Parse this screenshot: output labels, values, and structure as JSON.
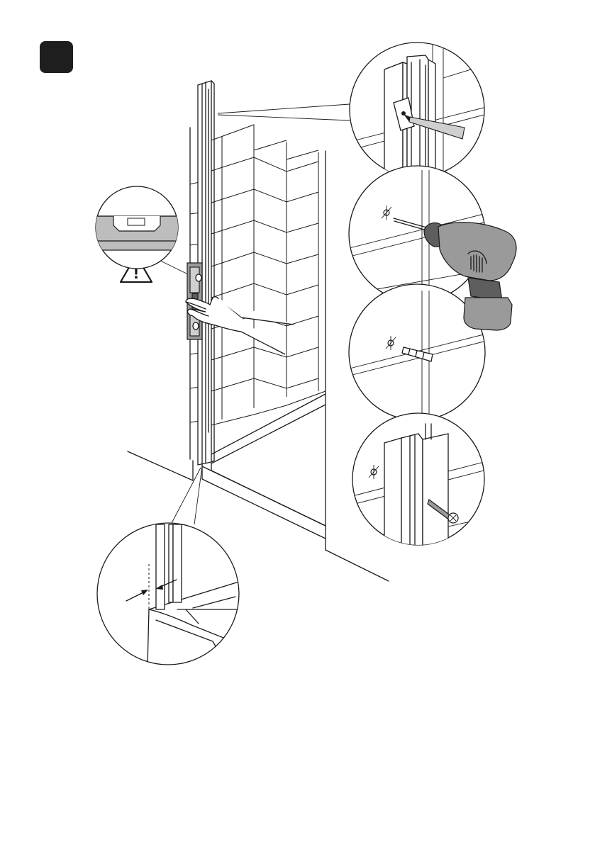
{
  "step_badge": {
    "color": "#1e1e1e"
  },
  "warning": {
    "glyph": "!",
    "icon": "warning-triangle-icon"
  },
  "details": [
    {
      "name": "pencil-mark-detail",
      "icon": "pencil-icon"
    },
    {
      "name": "drill-hole-detail",
      "icon": "drill-icon"
    },
    {
      "name": "wall-plug-detail",
      "icon": "wall-plug-icon"
    },
    {
      "name": "screw-fixing-detail",
      "icon": "screw-icon"
    },
    {
      "name": "spirit-level-detail",
      "icon": "spirit-level-icon"
    },
    {
      "name": "tray-gap-detail",
      "icon": "gap-arrows-icon"
    }
  ]
}
